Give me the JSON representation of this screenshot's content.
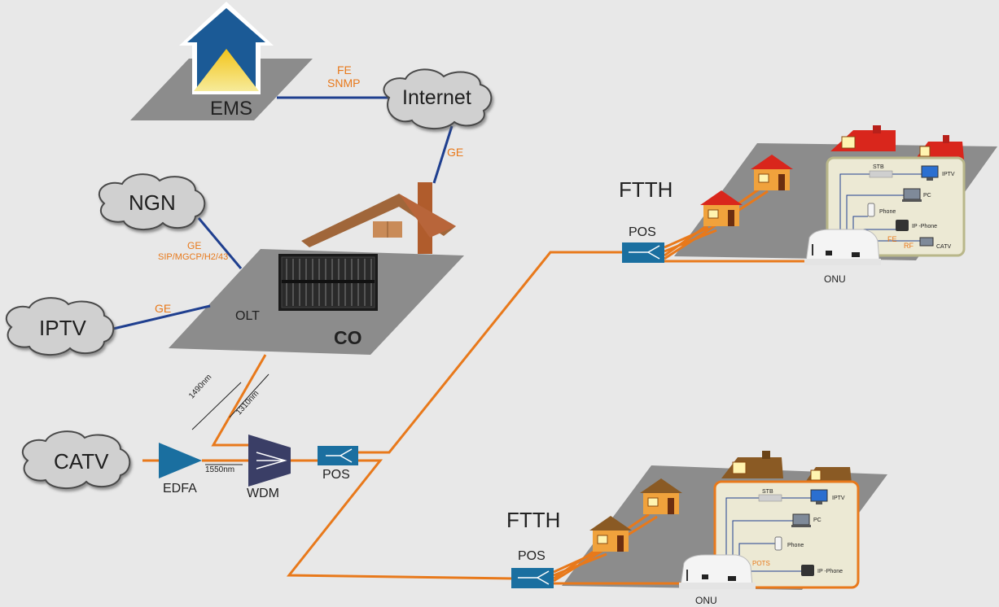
{
  "ems": {
    "label": "EMS"
  },
  "internet": {
    "label": "Internet",
    "link_label_1": "FE",
    "link_label_2": "SNMP",
    "uplink_label": "GE"
  },
  "ngn": {
    "label": "NGN",
    "link_label_1": "GE",
    "link_label_2": "SIP/MGCP/H2/43"
  },
  "iptv_cloud": {
    "label": "IPTV",
    "link_label": "GE"
  },
  "co": {
    "olt_label": "OLT",
    "co_label": "CO"
  },
  "catv": {
    "label": "CATV"
  },
  "fiber": {
    "wl_1490": "1490nm",
    "wl_1310": "1310nm",
    "wl_1550": "1550nm"
  },
  "edfa": {
    "label": "EDFA"
  },
  "wdm": {
    "label": "WDM"
  },
  "pos_center": {
    "label": "POS"
  },
  "ftth_top": {
    "title": "FTTH",
    "pos_label": "POS",
    "onu_label": "ONU",
    "devices": {
      "stb": "STB",
      "iptv": "IPTV",
      "pc": "PC",
      "phone": "Phone",
      "ip_phone": "IP -Phone",
      "catv": "CATV"
    },
    "fe_label": "FE",
    "rf_label": "RF"
  },
  "ftth_bottom": {
    "title": "FTTH",
    "pos_label": "POS",
    "onu_label": "ONU",
    "devices": {
      "stb": "STB",
      "iptv": "IPTV",
      "pc": "PC",
      "phone": "Phone",
      "ip_phone": "IP -Phone"
    },
    "pots_label": "POTS"
  },
  "colors": {
    "fiber": "#e8791b",
    "copper": "#1f3f8f",
    "platform": "#8c8c8c",
    "pos_box": "#1a6fa0",
    "red_roof": "#d9261c",
    "brown_roof": "#8a5a24",
    "house_wall": "#f0a23c"
  }
}
